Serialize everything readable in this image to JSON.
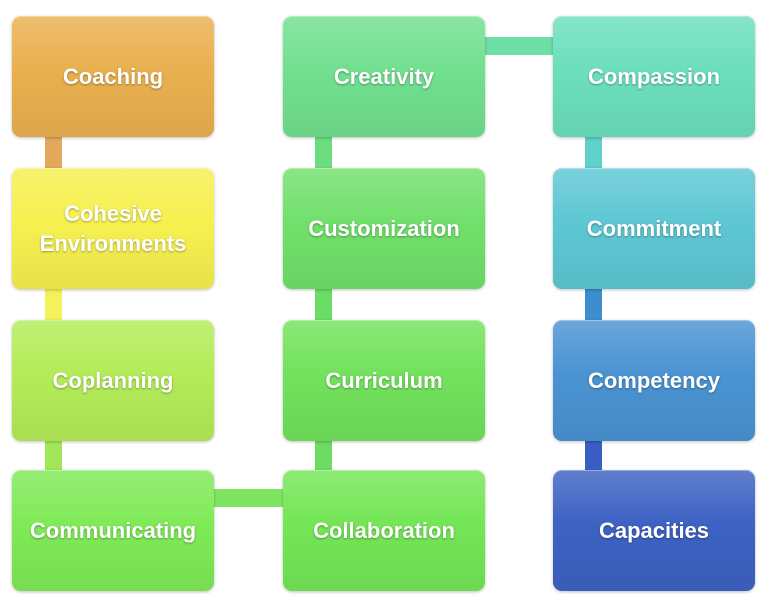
{
  "diagram": {
    "nodes": {
      "coaching": {
        "label": "Coaching",
        "color": "#eab04f"
      },
      "cohesive_environments": {
        "label": "Cohesive\nEnvironments",
        "color": "#f6f04f"
      },
      "coplanning": {
        "label": "Coplanning",
        "color": "#b3ec58"
      },
      "communicating": {
        "label": "Communicating",
        "color": "#7fea57"
      },
      "creativity": {
        "label": "Creativity",
        "color": "#71e08f"
      },
      "customization": {
        "label": "Customization",
        "color": "#71e06b"
      },
      "curriculum": {
        "label": "Curriculum",
        "color": "#72e25c"
      },
      "collaboration": {
        "label": "Collaboration",
        "color": "#74e656"
      },
      "compassion": {
        "label": "Compassion",
        "color": "#6cdfbc"
      },
      "commitment": {
        "label": "Commitment",
        "color": "#5dc7d3"
      },
      "competency": {
        "label": "Competency",
        "color": "#4a93d2"
      },
      "capacities": {
        "label": "Capacities",
        "color": "#3d62c3"
      }
    }
  }
}
